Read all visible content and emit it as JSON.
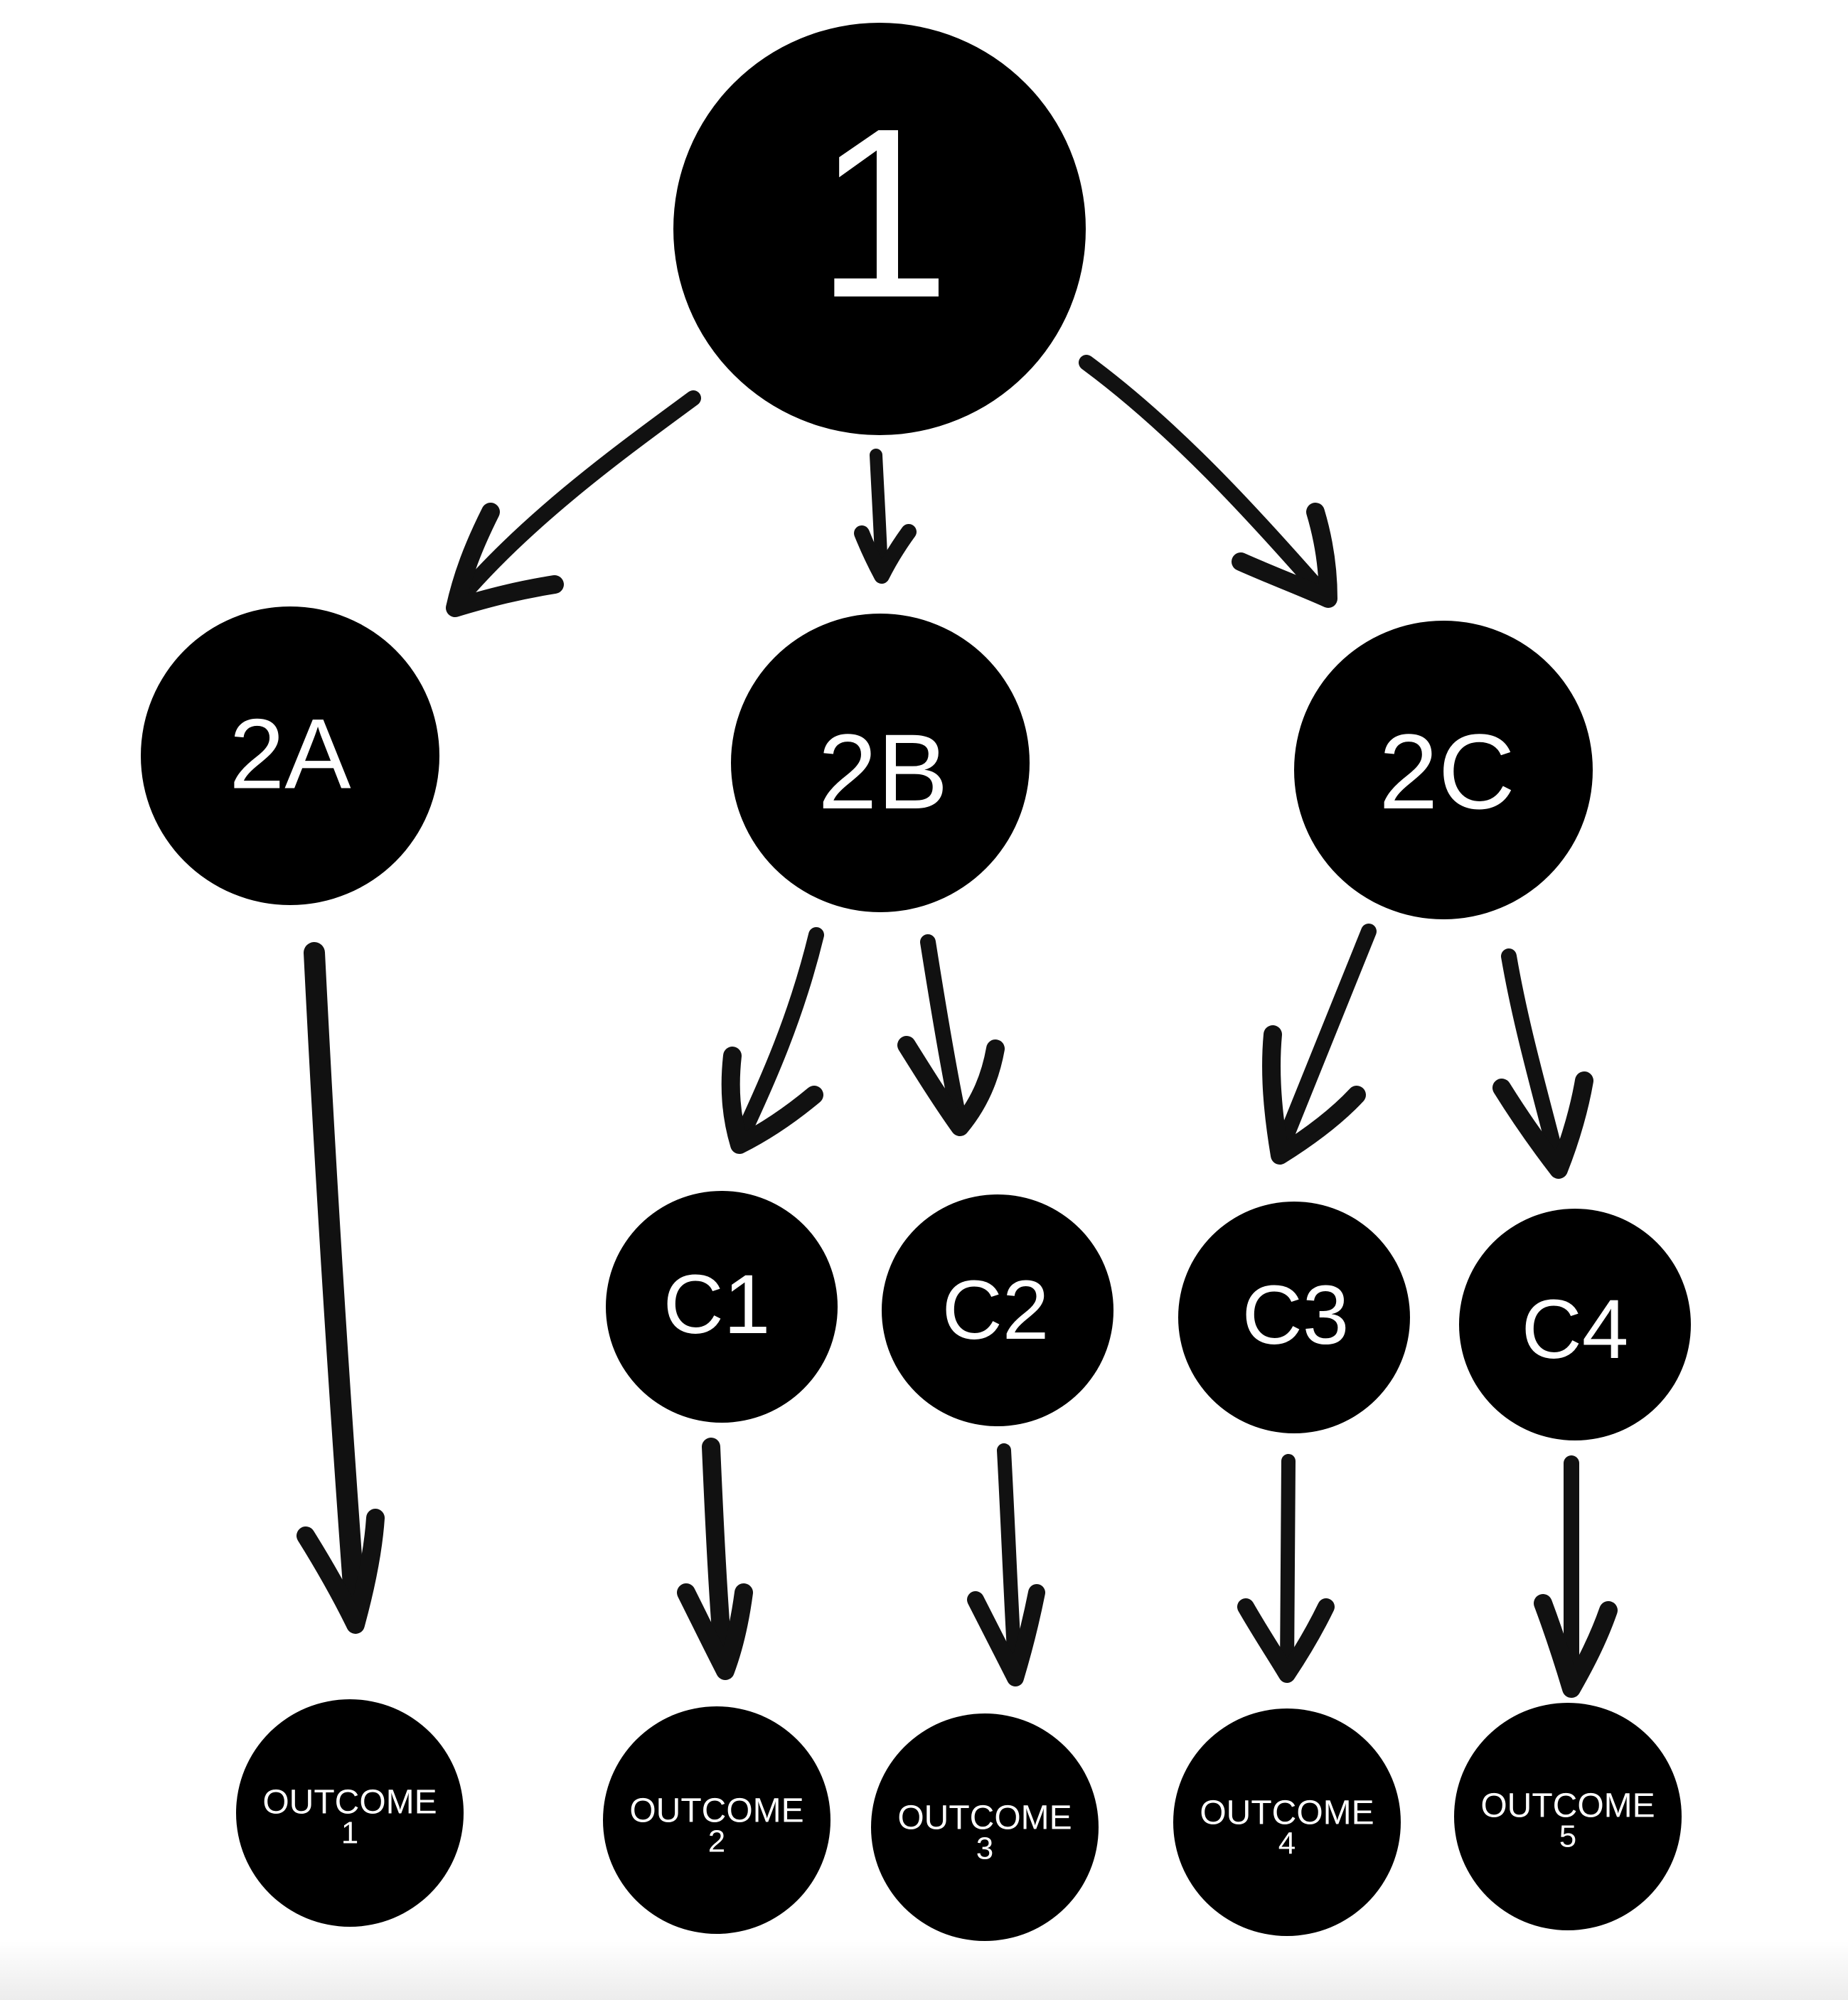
{
  "nodes": {
    "root": {
      "label": "1"
    },
    "n2a": {
      "label": "2A"
    },
    "n2b": {
      "label": "2B"
    },
    "n2c": {
      "label": "2C"
    },
    "c1": {
      "label": "C1"
    },
    "c2": {
      "label": "C2"
    },
    "c3": {
      "label": "C3"
    },
    "c4": {
      "label": "C4"
    },
    "outcome1": {
      "word": "OUTCOME",
      "number": "1"
    },
    "outcome2": {
      "word": "OUTCOME",
      "number": "2"
    },
    "outcome3": {
      "word": "OUTCOME",
      "number": "3"
    },
    "outcome4": {
      "word": "OUTCOME",
      "number": "4"
    },
    "outcome5": {
      "word": "OUTCOME",
      "number": "5"
    }
  },
  "edges": [
    {
      "from": "1",
      "to": "2A"
    },
    {
      "from": "1",
      "to": "2B"
    },
    {
      "from": "1",
      "to": "2C"
    },
    {
      "from": "2A",
      "to": "OUTCOME 1"
    },
    {
      "from": "2B",
      "to": "C1"
    },
    {
      "from": "2B",
      "to": "C2"
    },
    {
      "from": "2C",
      "to": "C3"
    },
    {
      "from": "2C",
      "to": "C4"
    },
    {
      "from": "C1",
      "to": "OUTCOME 2"
    },
    {
      "from": "C2",
      "to": "OUTCOME 3"
    },
    {
      "from": "C3",
      "to": "OUTCOME 4"
    },
    {
      "from": "C4",
      "to": "OUTCOME 5"
    }
  ],
  "colors": {
    "node_fill": "#000000",
    "node_text": "#ffffff",
    "arrow": "#111111",
    "background": "#ffffff"
  }
}
